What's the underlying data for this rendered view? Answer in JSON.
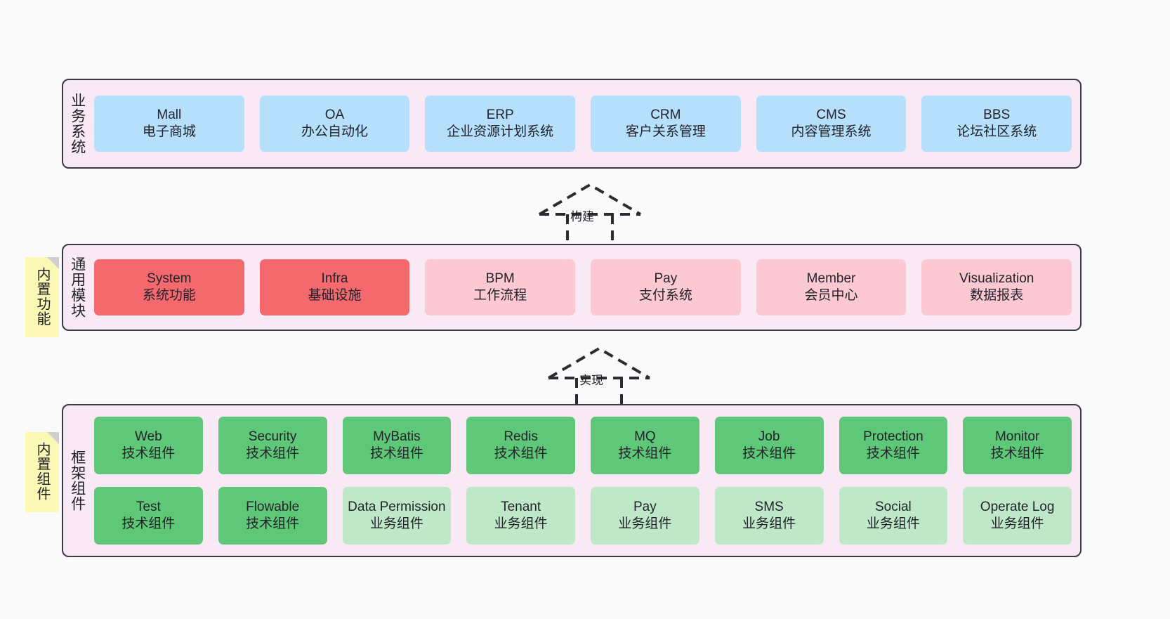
{
  "diagram": {
    "background": "#fafafa",
    "colors": {
      "layer_bg": "#f9e9f4",
      "layer_border": "#3a3a45",
      "blue": "#b5dffb",
      "red": "#f4696e",
      "pink": "#fcc9d2",
      "green": "#5fc878",
      "green_light": "#bfe8c8",
      "note_yellow": "#fbf8b6",
      "note_fold": "#cfcfcf"
    }
  },
  "layers": {
    "business": {
      "title": "业务系统",
      "nodes": [
        {
          "en": "Mall",
          "cn": "电子商城"
        },
        {
          "en": "OA",
          "cn": "办公自动化"
        },
        {
          "en": "ERP",
          "cn": "企业资源计划系统"
        },
        {
          "en": "CRM",
          "cn": "客户关系管理"
        },
        {
          "en": "CMS",
          "cn": "内容管理系统"
        },
        {
          "en": "BBS",
          "cn": "论坛社区系统"
        }
      ]
    },
    "module": {
      "title": "通用模块",
      "note": "内置功能",
      "nodes": [
        {
          "en": "System",
          "cn": "系统功能",
          "color": "red"
        },
        {
          "en": "Infra",
          "cn": "基础设施",
          "color": "red"
        },
        {
          "en": "BPM",
          "cn": "工作流程",
          "color": "pink"
        },
        {
          "en": "Pay",
          "cn": "支付系统",
          "color": "pink"
        },
        {
          "en": "Member",
          "cn": "会员中心",
          "color": "pink"
        },
        {
          "en": "Visualization",
          "cn": "数据报表",
          "color": "pink"
        }
      ]
    },
    "framework": {
      "title": "框架组件",
      "note": "内置组件",
      "row1": [
        {
          "en": "Web",
          "cn": "技术组件",
          "color": "green"
        },
        {
          "en": "Security",
          "cn": "技术组件",
          "color": "green"
        },
        {
          "en": "MyBatis",
          "cn": "技术组件",
          "color": "green"
        },
        {
          "en": "Redis",
          "cn": "技术组件",
          "color": "green"
        },
        {
          "en": "MQ",
          "cn": "技术组件",
          "color": "green"
        },
        {
          "en": "Job",
          "cn": "技术组件",
          "color": "green"
        },
        {
          "en": "Protection",
          "cn": "技术组件",
          "color": "green"
        },
        {
          "en": "Monitor",
          "cn": "技术组件",
          "color": "green"
        }
      ],
      "row2": [
        {
          "en": "Test",
          "cn": "技术组件",
          "color": "green"
        },
        {
          "en": "Flowable",
          "cn": "技术组件",
          "color": "green"
        },
        {
          "en": "Data Permission",
          "cn": "业务组件",
          "color": "green-light"
        },
        {
          "en": "Tenant",
          "cn": "业务组件",
          "color": "green-light"
        },
        {
          "en": "Pay",
          "cn": "业务组件",
          "color": "green-light"
        },
        {
          "en": "SMS",
          "cn": "业务组件",
          "color": "green-light"
        },
        {
          "en": "Social",
          "cn": "业务组件",
          "color": "green-light"
        },
        {
          "en": "Operate Log",
          "cn": "业务组件",
          "color": "green-light"
        }
      ]
    }
  },
  "arrows": [
    {
      "label": "构建",
      "from": "通用模块",
      "to": "业务系统"
    },
    {
      "label": "实现",
      "from": "框架组件",
      "to": "通用模块"
    }
  ]
}
